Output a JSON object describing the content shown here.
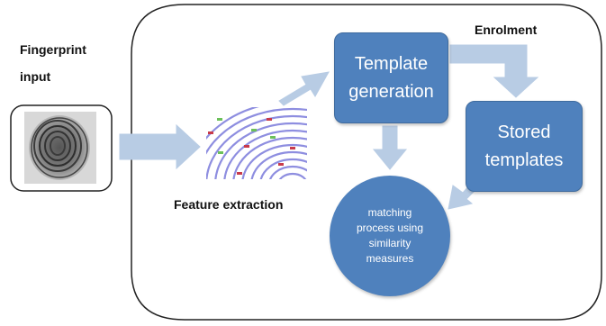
{
  "labels": {
    "fingerprint_line1": "Fingerprint",
    "fingerprint_line2": "input",
    "feature_extraction": "Feature extraction",
    "enrolment": "Enrolment"
  },
  "nodes": {
    "template_generation": "Template\ngeneration",
    "stored_templates": "Stored\ntemplates",
    "matching": "matching\nprocess using\nsimilarity\nmeasures"
  },
  "colors": {
    "node_fill": "#4f81bd",
    "arrow_fill": "#b8cce4",
    "frame_stroke": "#222222",
    "ridge_color": "#8e8ee0",
    "minutia_green": "#6cc05a",
    "minutia_red": "#c83a4a"
  },
  "icons": {
    "fingerprint": "fingerprint-image",
    "ridges": "ridge-pattern-image"
  }
}
